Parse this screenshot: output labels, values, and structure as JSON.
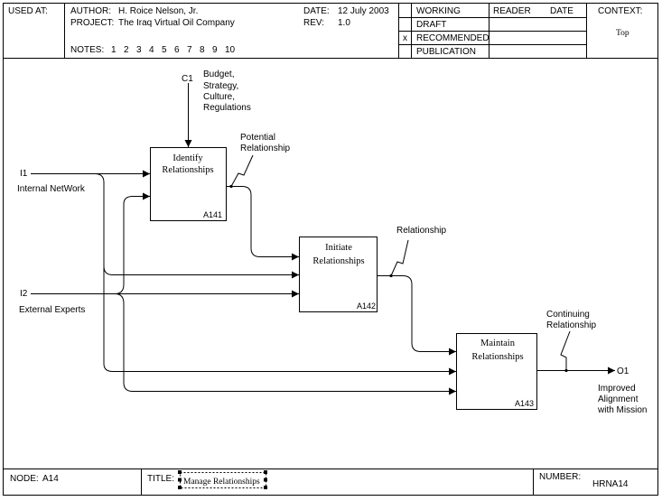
{
  "header": {
    "used_at_label": "USED AT:",
    "author_label": "AUTHOR:",
    "author": "H. Roice Nelson, Jr.",
    "project_label": "PROJECT:",
    "project": "The Iraq Virtual Oil Company",
    "date_label": "DATE:",
    "date": "12 July 2003",
    "rev_label": "REV:",
    "rev": "1.0",
    "notes_label": "NOTES:",
    "notes": [
      "1",
      "2",
      "3",
      "4",
      "5",
      "6",
      "7",
      "8",
      "9",
      "10"
    ],
    "status": [
      {
        "label": "WORKING",
        "mark": ""
      },
      {
        "label": "DRAFT",
        "mark": ""
      },
      {
        "label": "RECOMMENDED",
        "mark": "x"
      },
      {
        "label": "PUBLICATION",
        "mark": ""
      }
    ],
    "reader_label": "READER",
    "reader_date_label": "DATE",
    "context_label": "CONTEXT:",
    "context_value": "Top"
  },
  "diagram": {
    "boxes": [
      {
        "id": "identify",
        "title": [
          "Identify",
          "Relationships"
        ],
        "number": "A141"
      },
      {
        "id": "initiate",
        "title": [
          "Initiate",
          "Relationships"
        ],
        "number": "A142"
      },
      {
        "id": "maintain",
        "title": [
          "Maintain",
          "Relationships"
        ],
        "number": "A143"
      }
    ],
    "control": {
      "code": "C1",
      "label": [
        "Budget,",
        "Strategy,",
        "Culture,",
        "Regulations"
      ]
    },
    "inputs": [
      {
        "code": "I1",
        "label": "Internal NetWork"
      },
      {
        "code": "I2",
        "label": "External Experts"
      }
    ],
    "output": {
      "code": "O1",
      "label": [
        "Improved",
        "Alignment",
        "with Mission"
      ]
    },
    "flows": [
      {
        "label": [
          "Potential",
          "Relationship"
        ]
      },
      {
        "label": [
          "Relationship"
        ]
      },
      {
        "label": [
          "Continuing",
          "Relationship"
        ]
      }
    ]
  },
  "footer": {
    "node_label": "NODE:",
    "node": "A14",
    "title_label": "TITLE:",
    "title": "Manage Relationships",
    "number_label": "NUMBER:",
    "number": "HRNA14"
  }
}
